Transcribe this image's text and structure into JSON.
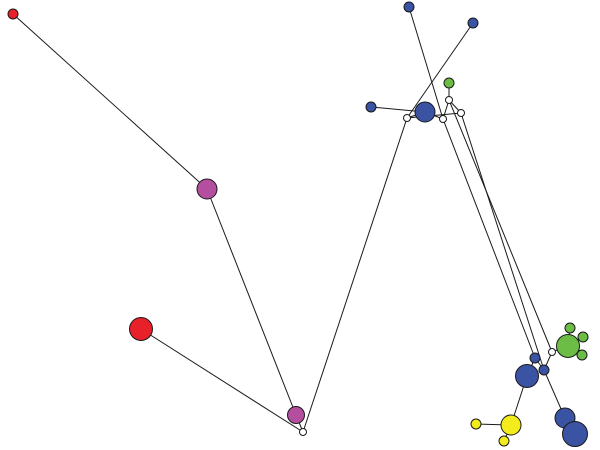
{
  "palette": {
    "red": "#e8202a",
    "magenta": "#b44fa0",
    "blue": "#3b53a3",
    "green": "#6cbd45",
    "yellow": "#f2ec1c",
    "white": "#ffffff"
  },
  "nodes": [
    {
      "id": "r1",
      "color": "red",
      "size": 1
    },
    {
      "id": "m1",
      "color": "magenta",
      "size": 3
    },
    {
      "id": "r2",
      "color": "red",
      "size": 4
    },
    {
      "id": "m2",
      "color": "magenta",
      "size": 2
    },
    {
      "id": "h1",
      "color": "white",
      "size": 0
    },
    {
      "id": "b1",
      "color": "blue",
      "size": 1
    },
    {
      "id": "b2",
      "color": "blue",
      "size": 1
    },
    {
      "id": "b3",
      "color": "blue",
      "size": 1
    },
    {
      "id": "b4",
      "color": "blue",
      "size": 3
    },
    {
      "id": "g1",
      "color": "green",
      "size": 1
    },
    {
      "id": "h2",
      "color": "white",
      "size": 0
    },
    {
      "id": "h3",
      "color": "white",
      "size": 0
    },
    {
      "id": "h4",
      "color": "white",
      "size": 0
    },
    {
      "id": "h5",
      "color": "white",
      "size": 0
    },
    {
      "id": "b5",
      "color": "blue",
      "size": 1
    },
    {
      "id": "b6",
      "color": "blue",
      "size": 1
    },
    {
      "id": "h6",
      "color": "white",
      "size": 0
    },
    {
      "id": "g2",
      "color": "green",
      "size": 4
    },
    {
      "id": "g3",
      "color": "green",
      "size": 1
    },
    {
      "id": "g4",
      "color": "green",
      "size": 1
    },
    {
      "id": "g5",
      "color": "green",
      "size": 1
    },
    {
      "id": "b7",
      "color": "blue",
      "size": 4
    },
    {
      "id": "y1",
      "color": "yellow",
      "size": 3
    },
    {
      "id": "y2",
      "color": "yellow",
      "size": 1
    },
    {
      "id": "y3",
      "color": "yellow",
      "size": 1
    },
    {
      "id": "b8",
      "color": "blue",
      "size": 3
    },
    {
      "id": "b9",
      "color": "blue",
      "size": 5
    }
  ],
  "edges": [
    [
      "r1",
      "m1"
    ],
    [
      "m1",
      "m2"
    ],
    [
      "r2",
      "h1"
    ],
    [
      "m2",
      "h1"
    ],
    [
      "h1",
      "h2"
    ],
    [
      "h2",
      "b3"
    ],
    [
      "h2",
      "b4"
    ],
    [
      "b4",
      "h4"
    ],
    [
      "h4",
      "b2"
    ],
    [
      "b4",
      "b1"
    ],
    [
      "h3",
      "g1"
    ],
    [
      "h3",
      "h4"
    ],
    [
      "h3",
      "h5"
    ],
    [
      "h2",
      "h5"
    ],
    [
      "h5",
      "b6"
    ],
    [
      "h3",
      "h6"
    ],
    [
      "h4",
      "b5"
    ],
    [
      "b5",
      "b7"
    ],
    [
      "b5",
      "b6"
    ],
    [
      "b6",
      "h6"
    ],
    [
      "h6",
      "g2"
    ],
    [
      "g2",
      "g3"
    ],
    [
      "g2",
      "g4"
    ],
    [
      "g2",
      "g5"
    ],
    [
      "b7",
      "y1"
    ],
    [
      "y1",
      "y2"
    ],
    [
      "y1",
      "y3"
    ],
    [
      "b6",
      "b8"
    ],
    [
      "b8",
      "b9"
    ]
  ]
}
